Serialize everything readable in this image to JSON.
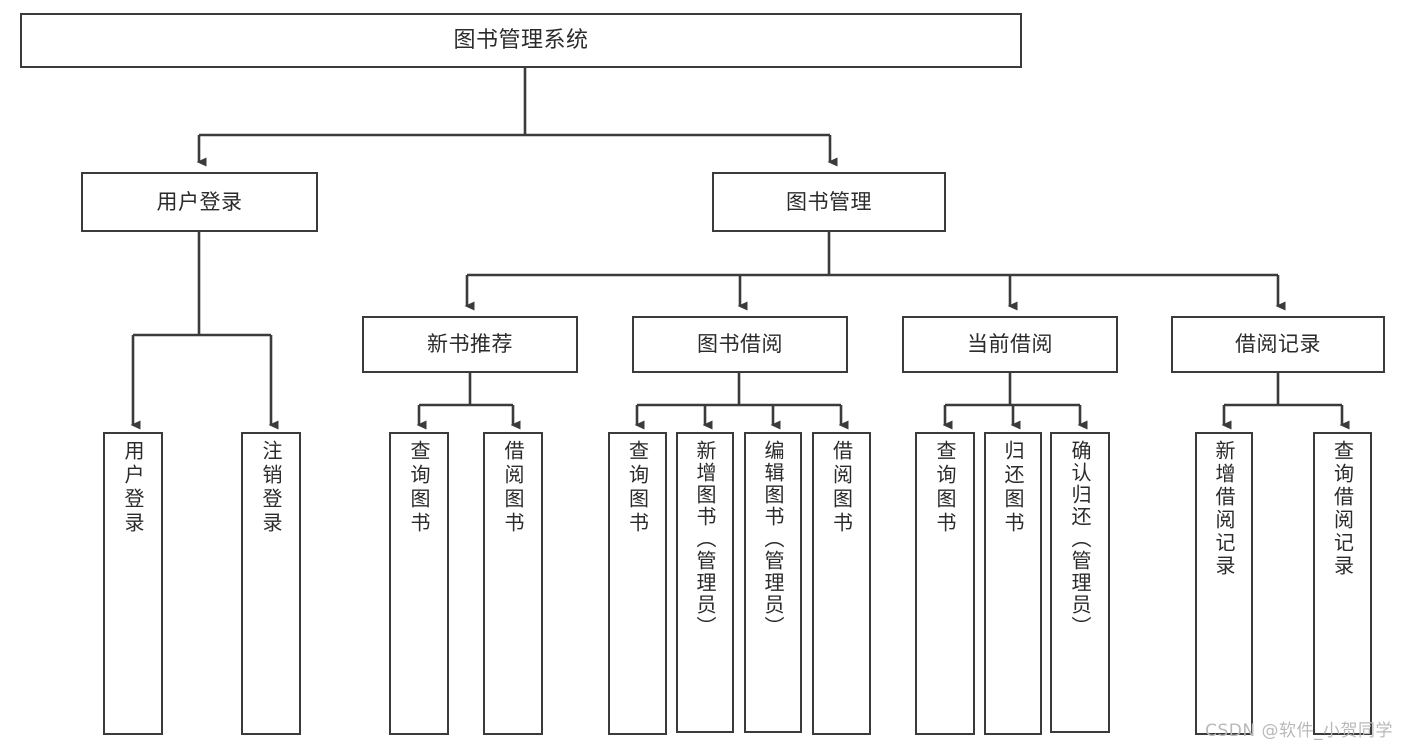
{
  "diagram": {
    "title_text": "图书管理系统",
    "watermark": "CSDN @软件_小贺同学",
    "edge_color": "#3b3b3b",
    "box_border_color": "#3b3b3b",
    "text_color": "#2b2b2b",
    "background": "#ffffff"
  },
  "nodes": {
    "root": {
      "label": "图书管理系统"
    },
    "level2": [
      {
        "label": "用户登录"
      },
      {
        "label": "图书管理"
      }
    ],
    "level3": [
      {
        "label": "新书推荐"
      },
      {
        "label": "图书借阅"
      },
      {
        "label": "当前借阅"
      },
      {
        "label": "借阅记录"
      }
    ],
    "leaves": {
      "user_login": [
        {
          "label": "用户登录"
        },
        {
          "label": "注销登录"
        }
      ],
      "new_book_recommend": [
        {
          "label": "查询图书"
        },
        {
          "label": "借阅图书"
        }
      ],
      "book_borrow": [
        {
          "label": "查询图书"
        },
        {
          "label": "新增图书（管理员）"
        },
        {
          "label": "编辑图书（管理员）"
        },
        {
          "label": "借阅图书"
        }
      ],
      "current_borrow": [
        {
          "label": "查询图书"
        },
        {
          "label": "归还图书"
        },
        {
          "label": "确认归还（管理员）"
        }
      ],
      "borrow_record": [
        {
          "label": "新增借阅记录"
        },
        {
          "label": "查询借阅记录"
        }
      ]
    }
  }
}
